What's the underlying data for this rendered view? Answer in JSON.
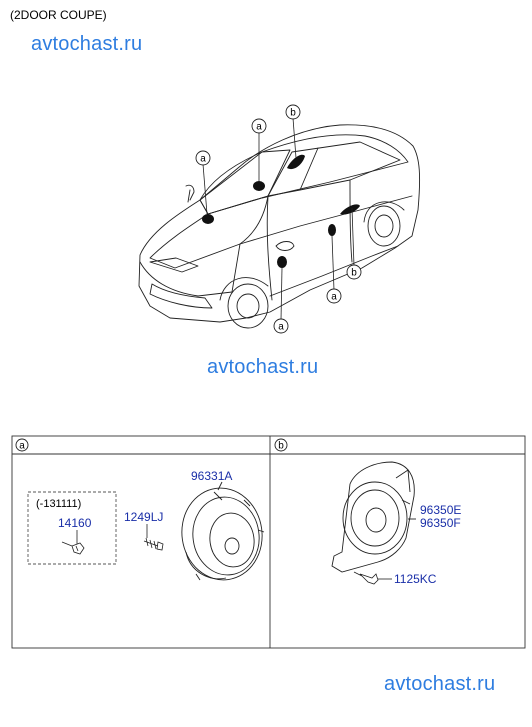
{
  "title": "(2DOOR COUPE)",
  "watermark": "avtochast.ru",
  "callouts": {
    "a": "a",
    "b": "b"
  },
  "panel_a": {
    "label": "a",
    "date_note": "(-131111)",
    "parts": [
      "14160",
      "1249LJ",
      "96331A"
    ]
  },
  "panel_b": {
    "label": "b",
    "parts": [
      "96350E",
      "96350F",
      "1125KC"
    ]
  }
}
